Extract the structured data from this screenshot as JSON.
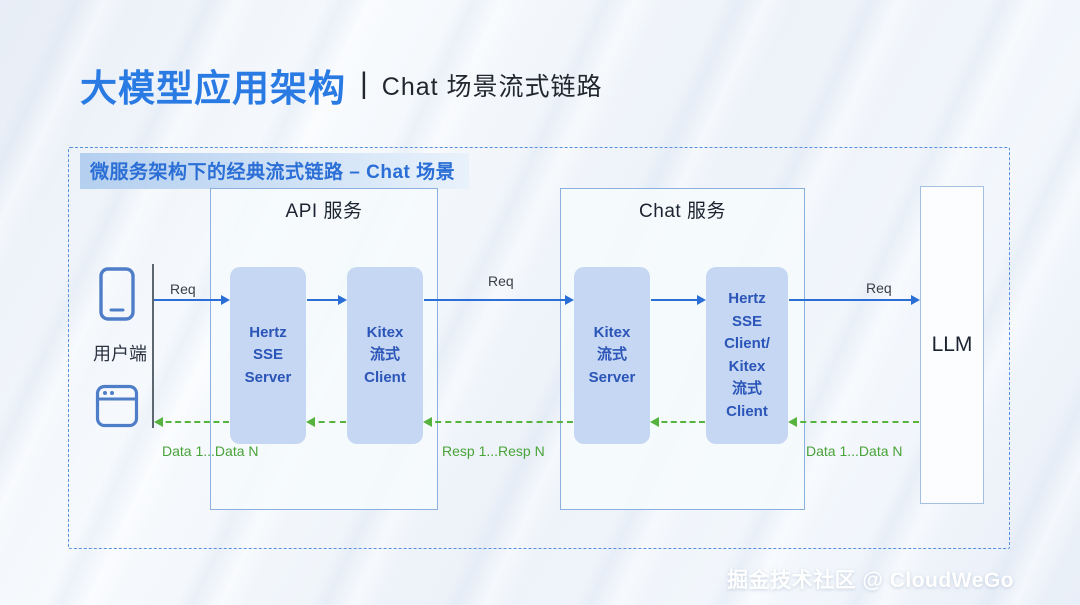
{
  "title": {
    "main": "大模型应用架构",
    "separator": "|",
    "sub": "Chat 场景流式链路"
  },
  "caption": "微服务架构下的经典流式链路 – Chat 场景",
  "client": {
    "label": "用户端",
    "icons": [
      "phone-icon",
      "browser-icon"
    ]
  },
  "groups": {
    "api": {
      "title": "API 服务",
      "node1": "Hertz\nSSE\nServer",
      "node2": "Kitex\n流式\nClient"
    },
    "chat": {
      "title": "Chat 服务",
      "node1": "Kitex\n流式\nServer",
      "node2": "Hertz\nSSE\nClient/\nKitex\n流式\nClient"
    }
  },
  "llm": {
    "label": "LLM"
  },
  "labels": {
    "req1": "Req",
    "req2": "Req",
    "req3": "Req",
    "data_left": "Data 1...Data N",
    "resp_mid": "Resp 1...Resp N",
    "data_right": "Data 1...Data N"
  },
  "watermark": "掘金技术社区 @ CloudWeGo",
  "colors": {
    "title_blue": "#2a7ae4",
    "caption_text": "#2b6fd6",
    "node_fill": "#c5d7f2",
    "node_text": "#2b55b8",
    "arrow_blue": "#2b6fd6",
    "arrow_green": "#56b33e",
    "frame_dash": "#5a8fe0"
  }
}
